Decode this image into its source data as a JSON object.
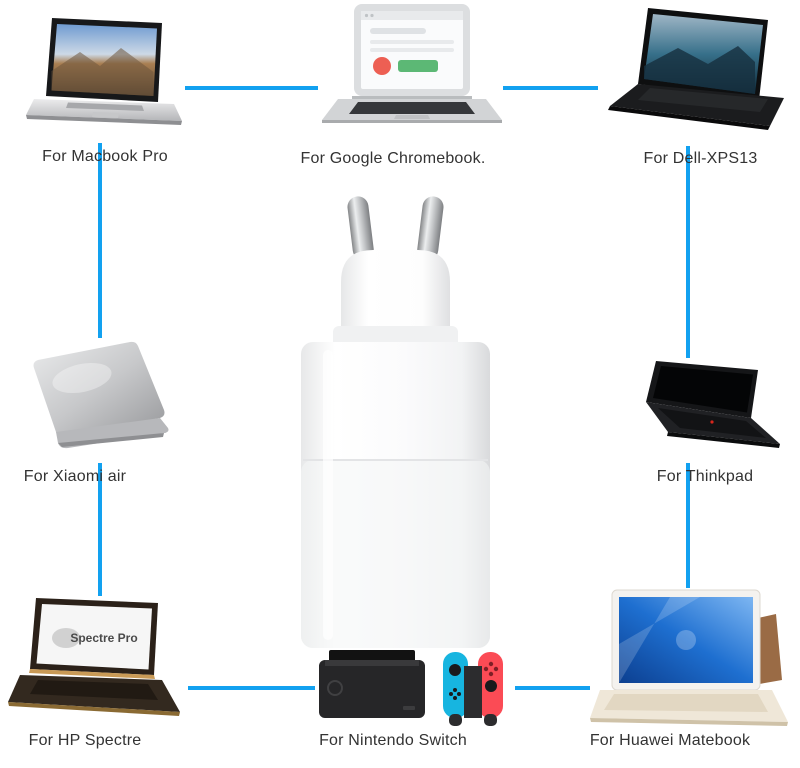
{
  "canvas": {
    "background": "#ffffff",
    "connector_color": "#12a1f0",
    "label_color": "#333333"
  },
  "center_product": {
    "name": "EU plug wall charger"
  },
  "devices": [
    {
      "id": "macbook-pro",
      "label": "For Macbook Pro"
    },
    {
      "id": "google-chromebook",
      "label": "For Google Chromebook."
    },
    {
      "id": "dell-xps13",
      "label": "For Dell-XPS13"
    },
    {
      "id": "xiaomi-air",
      "label": "For Xiaomi air"
    },
    {
      "id": "thinkpad",
      "label": "For Thinkpad"
    },
    {
      "id": "hp-spectre",
      "label": "For HP Spectre",
      "screen_text": "Spectre Pro"
    },
    {
      "id": "nintendo-switch",
      "label": "For Nintendo Switch"
    },
    {
      "id": "huawei-matebook",
      "label": "For Huawei Matebook"
    }
  ]
}
